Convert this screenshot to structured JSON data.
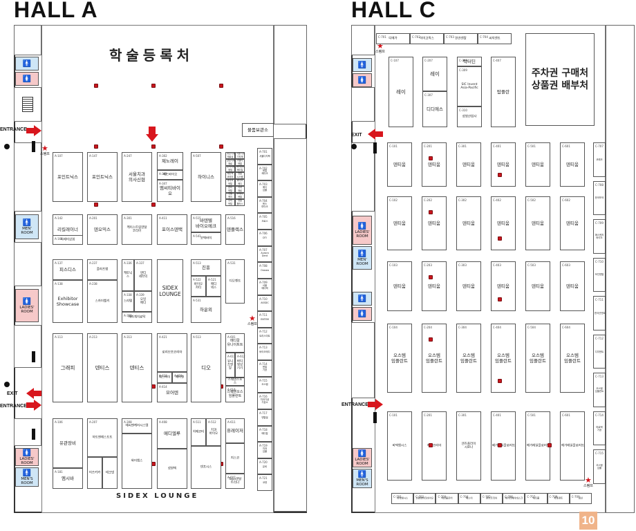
{
  "hall_a": {
    "title": "HALL A",
    "registration": "학술등록처",
    "cloakroom": "물품보관소",
    "lounge_bottom": "SIDEX LOUNGE",
    "lounge_booth": "SIDEX\nLOUNGE",
    "entrance_top": "ENTRANCE",
    "exit_bottom": "EXIT",
    "entrance_bottom": "ENTRANCE",
    "stamp": "스탬프",
    "men_room": "MEN'\nROOM",
    "ladies_room": "LADIES'\nROOM",
    "mens_room_bottom": "MEN'S\nROOM",
    "booths": {
      "b1": {
        "code": "A-107",
        "name": "포인트닉스"
      },
      "b2": {
        "code": "A-147",
        "name": "포인트닉스"
      },
      "b3": {
        "code": "A-247",
        "name": "서울치과\n의사신협"
      },
      "b4": {
        "code": "A-302",
        "name": "제노레이"
      },
      "b5": {
        "code": "A-301",
        "name": "메드바이오"
      },
      "b6": {
        "code": "A-347",
        "name": "엠씨티바이오"
      },
      "b7": {
        "code": "A-507",
        "name": "하이니스"
      },
      "b8": {
        "code": "A-142",
        "name": "리킬레이너"
      },
      "b9": {
        "code": "A-161",
        "name": "이레미상회"
      },
      "b10": {
        "code": "A-201",
        "name": "덴오믹스"
      },
      "b11": {
        "code": "A-301",
        "name": "케이스트림덴탈\n코리아"
      },
      "b12": {
        "code": "A-411",
        "name": "포이스덴택"
      },
      "b13": {
        "code": "A-515",
        "name": "바텐텔\n바이오메크"
      },
      "b14": {
        "code": "A-541",
        "name": "코텍바이"
      },
      "b15": {
        "code": "A-516",
        "name": "덴플렉스"
      },
      "b16": {
        "code": "A-137",
        "name": "피스디스"
      },
      "b17": {
        "code": "A-138",
        "name": "Exhibitor\nShowcase"
      },
      "b18": {
        "code": "A-237",
        "name": "플라즈앱"
      },
      "b19": {
        "code": "A-238",
        "name": "스카이헬키"
      },
      "b20": {
        "code": "A-336",
        "name": "케토닉스"
      },
      "b21": {
        "code": "A-337",
        "name": "덴티\n세라믹"
      },
      "b22": {
        "code": "A-338",
        "name": "스리탬"
      },
      "b23": {
        "code": "A-339",
        "name": "오잉\n메디"
      },
      "b24": {
        "code": "A-350",
        "name": "대라계치료탁"
      },
      "b25": {
        "code": "A-513",
        "name": "진흥"
      },
      "b26": {
        "code": "A-522",
        "name": "바이오\n카티"
      },
      "b27": {
        "code": "A-531",
        "name": "하운외"
      },
      "b28": {
        "code": "A-521",
        "name": "메디\n넥스"
      },
      "b29": {
        "code": "A-531",
        "name": "디오젠트"
      },
      "b30": {
        "code": "A-113",
        "name": "그래피"
      },
      "b31": {
        "code": "A-213",
        "name": "덴티스"
      },
      "b32": {
        "code": "A-313",
        "name": "덴티스"
      },
      "b33": {
        "code": "A-421",
        "name": "로리모조코리아"
      },
      "b34": {
        "code": "A-418",
        "name": "예스바이"
      },
      "b35": {
        "code": "A-419",
        "name": "제이앤"
      },
      "b36": {
        "code": "A-414",
        "name": "모어텐"
      },
      "b37": {
        "code": "A-513",
        "name": "디오"
      },
      "b38": {
        "code": "A-601",
        "name": "메디칼\n유나이트트"
      },
      "b39": {
        "code": "A-611",
        "name": "코이"
      },
      "b40": {
        "code": "A-611",
        "name": "유니츠덴탈"
      },
      "b41": {
        "code": "A-612",
        "name": "바디\n영상\n기기"
      },
      "b42": {
        "code": "A-613",
        "name": "스웨덴스포스"
      },
      "b43": {
        "code": "A-614",
        "name": "스웨덴오스\n임플란트"
      },
      "b44": {
        "code": "A-106",
        "name": "유관장비"
      },
      "b45": {
        "code": "A-181",
        "name": "엠시바"
      },
      "b46": {
        "code": "A-207",
        "name": "하트앤헤스트트"
      },
      "b47": {
        "code": "A-308",
        "name": "에씨앤케어시스템"
      },
      "b48": {
        "code": "A-408",
        "name": "메디엘루"
      },
      "b49": {
        "code": "A-511",
        "name": "치예코티"
      },
      "b50": {
        "code": "A-512",
        "name": "치과\n바이오"
      },
      "b51": {
        "code": "A-611",
        "name": "휴레이저"
      },
      "b52": {
        "code": "A-606",
        "name": "지스코"
      },
      "b53": {
        "code": "A-632",
        "name": "덴프시스"
      },
      "b54": {
        "code": "A-607",
        "name": "Topa덴탈\n트리나"
      },
      "b55": {
        "code": "A-518",
        "name": "성원텍"
      },
      "b56": {
        "code": "A-561",
        "name": "이쓰키카"
      },
      "b57": {
        "code": "A-604",
        "name": "테크넷"
      },
      "b58": {
        "code": "A-609",
        "name": "와이엠스"
      }
    },
    "side_column": [
      {
        "code": "A-701",
        "name": "서울디지텍"
      },
      {
        "code": "A-702",
        "name": "덴탈\n케이크"
      },
      {
        "code": "A-703",
        "name": "메디\n임플"
      },
      {
        "code": "A-704",
        "name": "덴스\n마이크"
      },
      {
        "code": "A-705",
        "name": "크로스"
      },
      {
        "code": "A-706",
        "name": "DTI"
      },
      {
        "code": "A-707",
        "name": "Aurora\nDent"
      },
      {
        "code": "A-708",
        "name": "Orasea"
      },
      {
        "code": "A-709",
        "name": "서울\n메디텍"
      },
      {
        "code": "A-710",
        "name": "ASSDC"
      },
      {
        "code": "A-711",
        "name": "ENTEM"
      },
      {
        "code": "A-712",
        "name": "트리스미트"
      },
      {
        "code": "A-713",
        "name": "바이오메디"
      },
      {
        "code": "A-714",
        "name": "덴탈\n기공"
      },
      {
        "code": "A-715",
        "name": "오스템"
      },
      {
        "code": "A-716",
        "name": "치과기공\n기공소"
      },
      {
        "code": "A-717",
        "name": "덴탈빌"
      },
      {
        "code": "A-718",
        "name": "메디칼"
      },
      {
        "code": "A-719",
        "name": "치과\n임플"
      },
      {
        "code": "A-720",
        "name": "유비"
      },
      {
        "code": "A-721",
        "name": "코덴"
      }
    ],
    "grid_small": [
      "대성치과\n재료상",
      "서울치과\n기자재",
      "강남치과\n재료",
      "이엘디\n덴탈",
      "한국치과\n정밀",
      "케이엔디\n메디칼",
      "메디텍\n코리아",
      "덴탈\n시스템",
      "아이오\n덴탈",
      "바이오\n메디",
      "한미\n덴탈",
      "치과\n재료",
      "덴탈\n엔지",
      "코메디\n덴탈",
      "우리\n덴탈",
      "덴탈\n플러스"
    ]
  },
  "hall_c": {
    "title": "HALL C",
    "parking": "주차권 구매처\n상품권 배부처",
    "exit": "EXIT",
    "entrance": "ENTRANCE",
    "stamp": "스탬프",
    "men_room": "MEN'\nROOM",
    "ladies_room": "LADIES'\nROOM",
    "mens_room_bottom": "MEN'S\nROOM",
    "top_row": [
      {
        "code": "C-701",
        "name": "디메가"
      },
      {
        "code": "C-702",
        "name": "이미고릭스"
      },
      {
        "code": "C-703",
        "name": "한건덴탈"
      },
      {
        "code": "C-704",
        "name": "씨지덴트"
      }
    ],
    "row1": [
      {
        "code": "C-107",
        "name": "레이"
      },
      {
        "code": "C-207",
        "name": "레이"
      },
      {
        "code": "C-307",
        "name": "디디에스"
      },
      {
        "code": "C-306",
        "name": "탁터딘"
      },
      {
        "code": "C-309",
        "name": "SIC Invent\nAsia-Pacific"
      },
      {
        "code": "C-310",
        "name": "성영산업사"
      },
      {
        "code": "C-407",
        "name": "탑플란"
      }
    ],
    "row_dentium_names": "덴티움",
    "row_osstem_names": "오스템\n임플란트",
    "bottom_row": [
      {
        "code": "C-101",
        "name": "바텍엠시스"
      },
      {
        "code": "C-201",
        "name": "지씨코리아"
      },
      {
        "code": "C-301",
        "name": "덴츠플라이\n시로나"
      },
      {
        "code": "C-401",
        "name": "베가레일플로러트"
      },
      {
        "code": "C-501",
        "name": "메가레일플로러트"
      },
      {
        "code": "C-601",
        "name": "메가레일플로러트"
      }
    ],
    "bottom_strip": [
      {
        "code": "C-701",
        "name": "바텍엠시스"
      },
      {
        "code": "C-702",
        "name": "신명데이타바이오"
      },
      {
        "code": "C-703",
        "name": "메즈플로어"
      },
      {
        "code": "C-704",
        "name": "에스이"
      },
      {
        "code": "C-705",
        "name": "덴츠코리아"
      },
      {
        "code": "C-706",
        "name": "에이티에이데스크"
      },
      {
        "code": "C-707",
        "name": "에티플"
      },
      {
        "code": "C-708",
        "name": "치과덴트"
      },
      {
        "code": "C-709",
        "name": "성신"
      }
    ],
    "right_column": [
      {
        "code": "C-707",
        "name": "코레크"
      },
      {
        "code": "C-708",
        "name": "한국보국"
      },
      {
        "code": "C-709",
        "name": "에스엔지\n바이오"
      },
      {
        "code": "C-710",
        "name": "모인덴탈"
      },
      {
        "code": "C-711",
        "name": "한국산덴트"
      },
      {
        "code": "C-712",
        "name": "디지덴트"
      },
      {
        "code": "C-713",
        "name": "오스템\n임플란트"
      },
      {
        "code": "C-714",
        "name": "마로텍\n기공"
      },
      {
        "code": "C-715",
        "name": "오스템\n임플"
      }
    ]
  },
  "page_number": "10"
}
